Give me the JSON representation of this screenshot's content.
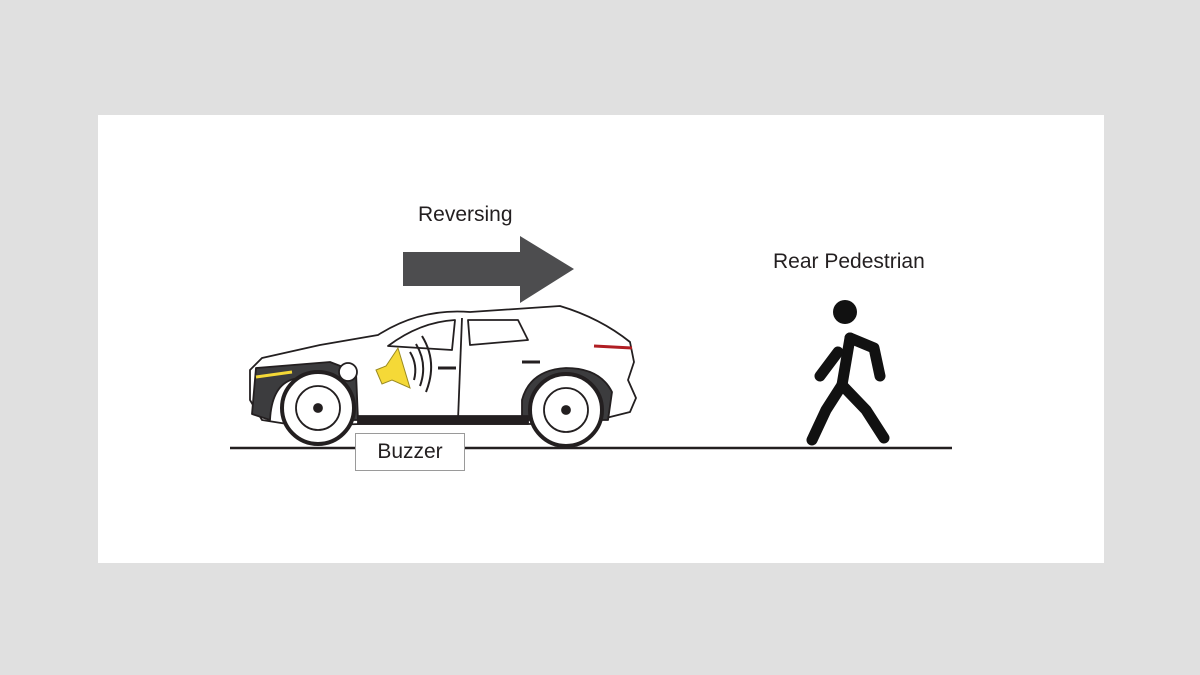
{
  "labels": {
    "direction": "Reversing",
    "pedestrian": "Rear Pedestrian",
    "buzzer": "Buzzer"
  },
  "colors": {
    "background": "#e0e0e0",
    "panel": "#ffffff",
    "arrow": "#4d4d4f",
    "speaker": "#f5d937",
    "ink": "#231f20"
  }
}
